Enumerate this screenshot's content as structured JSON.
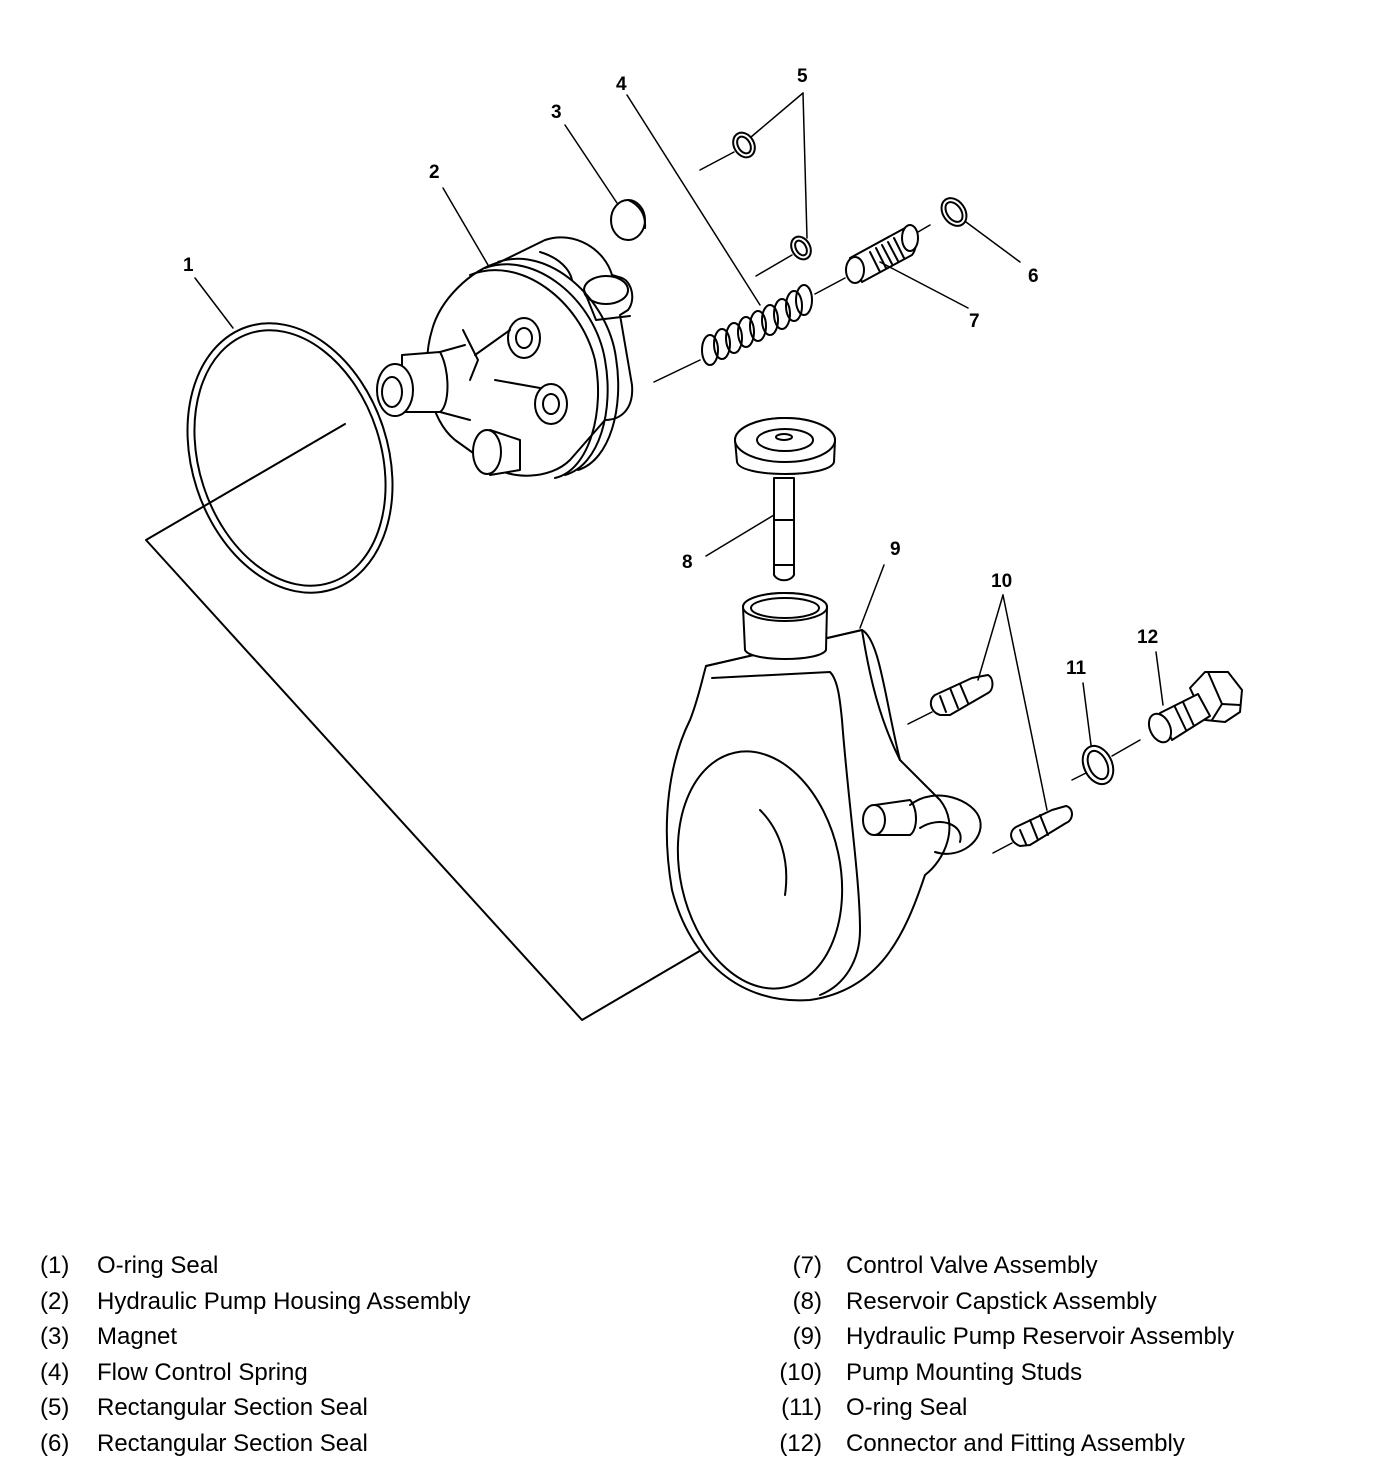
{
  "callouts": [
    "1",
    "2",
    "3",
    "4",
    "5",
    "6",
    "7",
    "8",
    "9",
    "10",
    "11",
    "12"
  ],
  "legend": {
    "left": [
      {
        "num": "(1)",
        "label": "O-ring Seal"
      },
      {
        "num": "(2)",
        "label": "Hydraulic Pump Housing Assembly"
      },
      {
        "num": "(3)",
        "label": "Magnet"
      },
      {
        "num": "(4)",
        "label": "Flow Control Spring"
      },
      {
        "num": "(5)",
        "label": "Rectangular Section Seal"
      },
      {
        "num": "(6)",
        "label": "Rectangular Section Seal"
      }
    ],
    "right": [
      {
        "num": "(7)",
        "label": "Control Valve Assembly"
      },
      {
        "num": "(8)",
        "label": "Reservoir Capstick Assembly"
      },
      {
        "num": "(9)",
        "label": "Hydraulic Pump Reservoir Assembly"
      },
      {
        "num": "(10)",
        "label": "Pump Mounting Studs"
      },
      {
        "num": "(11)",
        "label": "O-ring Seal"
      },
      {
        "num": "(12)",
        "label": "Connector and Fitting Assembly"
      }
    ]
  }
}
